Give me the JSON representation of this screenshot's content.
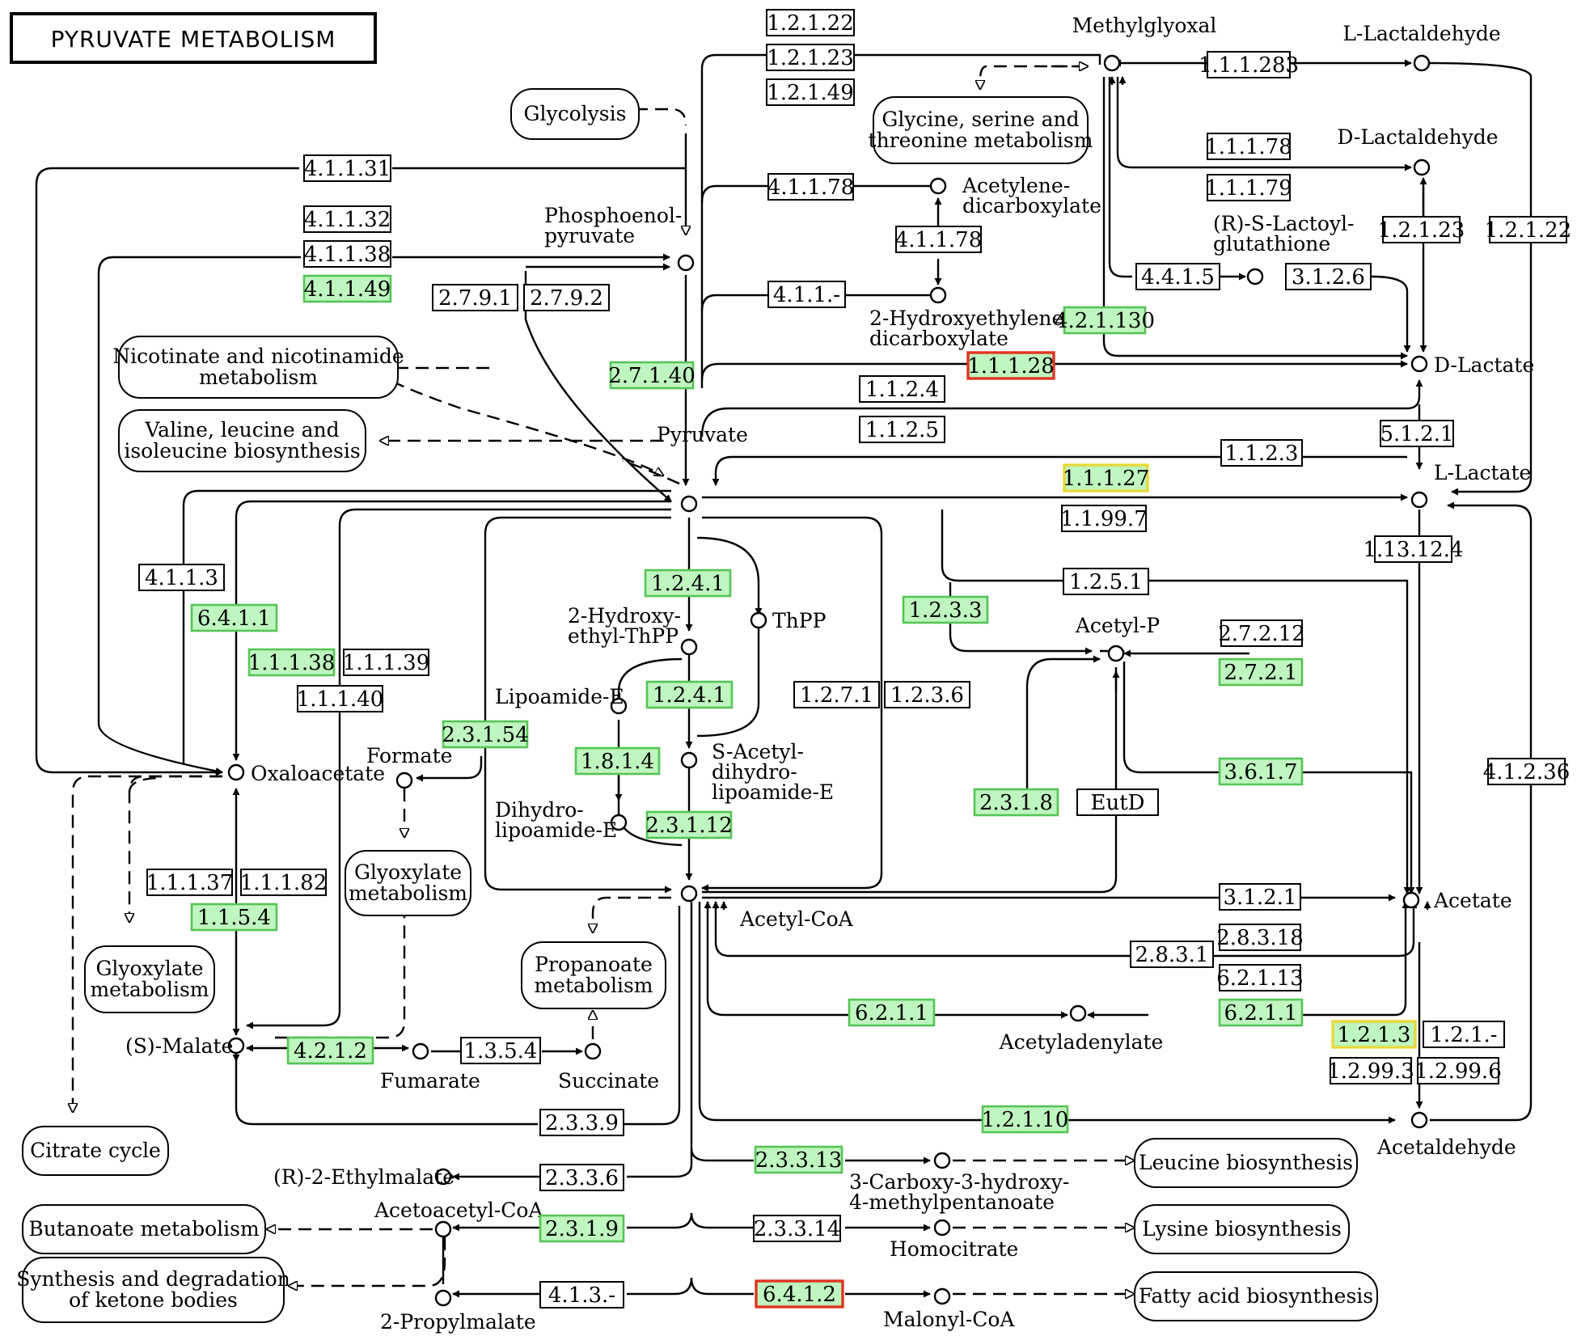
{
  "title": "PYRUVATE METABOLISM",
  "colors": {
    "enzyme_found": "#bff5bf",
    "enzyme_border_found": "#56c456",
    "highlight_red": "#e0341e",
    "highlight_yellow": "#e8d93a",
    "line": "#000000",
    "background": "#ffffff"
  },
  "pathways": [
    {
      "id": "glycolysis",
      "text": [
        "Glycolysis"
      ]
    },
    {
      "id": "gly-ser-thr",
      "text": [
        "Glycine, serine and",
        "threonine metabolism"
      ]
    },
    {
      "id": "nicotinate",
      "text": [
        "Nicotinate and nicotinamide",
        "metabolism"
      ]
    },
    {
      "id": "valine",
      "text": [
        "Valine, leucine and",
        "isoleucine biosynthesis"
      ]
    },
    {
      "id": "glyoxylate-1",
      "text": [
        "Glyoxylate",
        "metabolism"
      ]
    },
    {
      "id": "glyoxylate-2",
      "text": [
        "Glyoxylate",
        "metabolism"
      ]
    },
    {
      "id": "propanoate",
      "text": [
        "Propanoate",
        "metabolism"
      ]
    },
    {
      "id": "citrate",
      "text": [
        "Citrate cycle"
      ]
    },
    {
      "id": "butanoate",
      "text": [
        "Butanoate metabolism"
      ]
    },
    {
      "id": "ketone",
      "text": [
        "Synthesis and degradation",
        "of ketone bodies"
      ]
    },
    {
      "id": "leucine",
      "text": [
        "Leucine biosynthesis"
      ]
    },
    {
      "id": "lysine",
      "text": [
        "Lysine biosynthesis"
      ]
    },
    {
      "id": "fatty",
      "text": [
        "Fatty acid biosynthesis"
      ]
    }
  ],
  "compounds": [
    {
      "id": "methylglyoxal",
      "text": [
        "Methylglyoxal"
      ]
    },
    {
      "id": "l-lactaldehyde",
      "text": [
        "L-Lactaldehyde"
      ]
    },
    {
      "id": "d-lactaldehyde",
      "text": [
        "D-Lactaldehyde"
      ]
    },
    {
      "id": "acetylene-dicarboxylate",
      "text": [
        "Acetylene-",
        "dicarboxylate"
      ]
    },
    {
      "id": "hydroxyethylene-dicarboxylate",
      "text": [
        "2-Hydroxyethylene-",
        "dicarboxylate"
      ]
    },
    {
      "id": "lactoyl-glutathione",
      "text": [
        "(R)-S-Lactoyl-",
        "glutathione"
      ]
    },
    {
      "id": "d-lactate",
      "text": [
        "D-Lactate"
      ]
    },
    {
      "id": "l-lactate",
      "text": [
        "L-Lactate"
      ]
    },
    {
      "id": "pep",
      "text": [
        "Phosphoenol-",
        "pyruvate"
      ]
    },
    {
      "id": "pyruvate",
      "text": [
        "Pyruvate"
      ]
    },
    {
      "id": "hydroxyethyl-thpp",
      "text": [
        "2-Hydroxy-",
        "ethyl-ThPP"
      ]
    },
    {
      "id": "thpp",
      "text": [
        "ThPP"
      ]
    },
    {
      "id": "lipoamide-e",
      "text": [
        "Lipoamide-E"
      ]
    },
    {
      "id": "s-acetyl",
      "text": [
        "S-Acetyl-",
        "dihydro-",
        "lipoamide-E"
      ]
    },
    {
      "id": "dihydrolipoamide",
      "text": [
        "Dihydro-",
        "lipoamide-E"
      ]
    },
    {
      "id": "acetyl-p",
      "text": [
        "Acetyl-P"
      ]
    },
    {
      "id": "oxaloacetate",
      "text": [
        "Oxaloacetate"
      ]
    },
    {
      "id": "formate",
      "text": [
        "Formate"
      ]
    },
    {
      "id": "acetyl-coa",
      "text": [
        "Acetyl-CoA"
      ]
    },
    {
      "id": "acetate",
      "text": [
        "Acetate"
      ]
    },
    {
      "id": "acetyladenylate",
      "text": [
        "Acetyladenylate"
      ]
    },
    {
      "id": "malate",
      "text": [
        "(S)-Malate"
      ]
    },
    {
      "id": "fumarate",
      "text": [
        "Fumarate"
      ]
    },
    {
      "id": "succinate",
      "text": [
        "Succinate"
      ]
    },
    {
      "id": "acetaldehyde",
      "text": [
        "Acetaldehyde"
      ]
    },
    {
      "id": "ethylmalate",
      "text": [
        "(R)-2-Ethylmalate"
      ]
    },
    {
      "id": "acetoacetyl-coa",
      "text": [
        "Acetoacetyl-CoA"
      ]
    },
    {
      "id": "propylmalate",
      "text": [
        "2-Propylmalate"
      ]
    },
    {
      "id": "carboxy-hydroxy",
      "text": [
        "3-Carboxy-3-hydroxy-",
        "4-methylpentanoate"
      ]
    },
    {
      "id": "homocitrate",
      "text": [
        "Homocitrate"
      ]
    },
    {
      "id": "malonyl-coa",
      "text": [
        "Malonyl-CoA"
      ]
    }
  ],
  "enzymes": [
    {
      "text": "1.2.1.22",
      "s": "w"
    },
    {
      "text": "1.2.1.23",
      "s": "w"
    },
    {
      "text": "1.2.1.49",
      "s": "w"
    },
    {
      "text": "1.1.1.283",
      "s": "w"
    },
    {
      "text": "1.1.1.78",
      "s": "w"
    },
    {
      "text": "1.1.1.79",
      "s": "w"
    },
    {
      "text": "4.1.1.31",
      "s": "w"
    },
    {
      "text": "4.1.1.32",
      "s": "w"
    },
    {
      "text": "4.1.1.38",
      "s": "w"
    },
    {
      "text": "4.1.1.49",
      "s": "g"
    },
    {
      "text": "4.1.1.78",
      "s": "w"
    },
    {
      "text": "4.1.1.78",
      "s": "w"
    },
    {
      "text": "4.1.1.-",
      "s": "w"
    },
    {
      "text": "2.7.9.1",
      "s": "w"
    },
    {
      "text": "2.7.9.2",
      "s": "w"
    },
    {
      "text": "2.7.1.40",
      "s": "g"
    },
    {
      "text": "1.2.1.23",
      "s": "w"
    },
    {
      "text": "1.2.1.22",
      "s": "w"
    },
    {
      "text": "4.4.1.5",
      "s": "w"
    },
    {
      "text": "3.1.2.6",
      "s": "w"
    },
    {
      "text": "4.2.1.130",
      "s": "g"
    },
    {
      "text": "1.1.1.28",
      "s": "r"
    },
    {
      "text": "1.1.2.4",
      "s": "w"
    },
    {
      "text": "1.1.2.5",
      "s": "w"
    },
    {
      "text": "5.1.2.1",
      "s": "w"
    },
    {
      "text": "1.1.2.3",
      "s": "w"
    },
    {
      "text": "1.1.1.27",
      "s": "y"
    },
    {
      "text": "1.1.99.7",
      "s": "w"
    },
    {
      "text": "1.13.12.4",
      "s": "w"
    },
    {
      "text": "4.1.1.3",
      "s": "w"
    },
    {
      "text": "6.4.1.1",
      "s": "g"
    },
    {
      "text": "1.2.4.1",
      "s": "g"
    },
    {
      "text": "1.2.3.3",
      "s": "g"
    },
    {
      "text": "1.2.5.1",
      "s": "w"
    },
    {
      "text": "2.7.2.12",
      "s": "w"
    },
    {
      "text": "2.7.2.1",
      "s": "g"
    },
    {
      "text": "1.1.1.38",
      "s": "g"
    },
    {
      "text": "1.1.1.39",
      "s": "w"
    },
    {
      "text": "1.1.1.40",
      "s": "w"
    },
    {
      "text": "1.2.4.1",
      "s": "g"
    },
    {
      "text": "1.2.7.1",
      "s": "w"
    },
    {
      "text": "1.2.3.6",
      "s": "w"
    },
    {
      "text": "2.3.1.54",
      "s": "g"
    },
    {
      "text": "1.8.1.4",
      "s": "g"
    },
    {
      "text": "3.6.1.7",
      "s": "g"
    },
    {
      "text": "4.1.2.36",
      "s": "w"
    },
    {
      "text": "2.3.1.8",
      "s": "g"
    },
    {
      "text": "EutD",
      "s": "w"
    },
    {
      "text": "2.3.1.12",
      "s": "g"
    },
    {
      "text": "1.1.1.37",
      "s": "w"
    },
    {
      "text": "1.1.1.82",
      "s": "w"
    },
    {
      "text": "1.1.5.4",
      "s": "g"
    },
    {
      "text": "3.1.2.1",
      "s": "w"
    },
    {
      "text": "2.8.3.18",
      "s": "w"
    },
    {
      "text": "2.8.3.1",
      "s": "w"
    },
    {
      "text": "6.2.1.13",
      "s": "w"
    },
    {
      "text": "6.2.1.1",
      "s": "g"
    },
    {
      "text": "6.2.1.1",
      "s": "g"
    },
    {
      "text": "1.2.1.3",
      "s": "y"
    },
    {
      "text": "1.2.1.-",
      "s": "w"
    },
    {
      "text": "1.2.99.3",
      "s": "w"
    },
    {
      "text": "1.2.99.6",
      "s": "w"
    },
    {
      "text": "4.2.1.2",
      "s": "g"
    },
    {
      "text": "1.3.5.4",
      "s": "w"
    },
    {
      "text": "2.3.3.9",
      "s": "w"
    },
    {
      "text": "1.2.1.10",
      "s": "g"
    },
    {
      "text": "2.3.3.13",
      "s": "g"
    },
    {
      "text": "2.3.3.6",
      "s": "w"
    },
    {
      "text": "2.3.1.9",
      "s": "g"
    },
    {
      "text": "2.3.3.14",
      "s": "w"
    },
    {
      "text": "4.1.3.-",
      "s": "w"
    },
    {
      "text": "6.4.1.2",
      "s": "r"
    }
  ]
}
